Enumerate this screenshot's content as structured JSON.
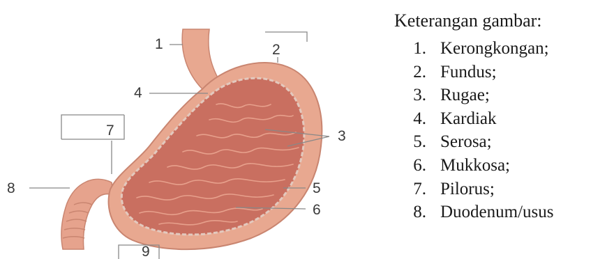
{
  "diagram": {
    "labels": [
      "1",
      "2",
      "3",
      "4",
      "5",
      "6",
      "7",
      "8",
      "9"
    ],
    "colors": {
      "outer_wall": "#e8a890",
      "outer_wall_dark": "#d88a72",
      "lumen": "#c96f60",
      "rugae": "#e7a08c",
      "duodenum": "#e6a38d",
      "leader_line": "#888888"
    }
  },
  "legend": {
    "title": "Keterangan gambar:",
    "items": [
      {
        "num": "1.",
        "text": "Kerongkongan;"
      },
      {
        "num": "2.",
        "text": "Fundus;"
      },
      {
        "num": "3.",
        "text": "Rugae;"
      },
      {
        "num": "4.",
        "text": "Kardiak"
      },
      {
        "num": "5.",
        "text": "Serosa;"
      },
      {
        "num": "6.",
        "text": "Mukkosa;"
      },
      {
        "num": "7.",
        "text": "Pilorus;"
      },
      {
        "num": "8.",
        "text": "Duodenum/usus"
      }
    ]
  }
}
